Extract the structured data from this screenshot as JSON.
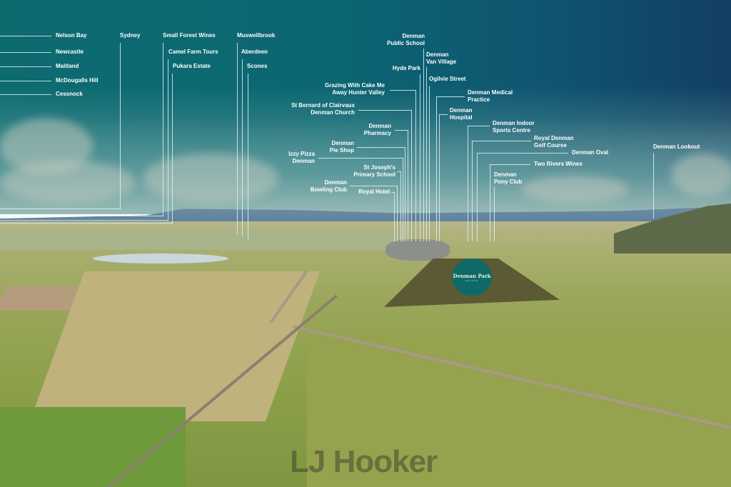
{
  "image": {
    "description": "Aerial landscape photo of Denman, NSW with overlaid location labels and leader lines",
    "sky_gradient": [
      "#0d6b70",
      "#123f63"
    ],
    "label_color": "#ffffff",
    "line_color": "#dcf0f5"
  },
  "development": {
    "name": "Denman Park",
    "subtitle": "ESTATE",
    "circle_color": "#0d6a66"
  },
  "watermark": "LJ Hooker",
  "labels": {
    "nelson_bay": "Nelson Bay",
    "newcastle": "Newcastle",
    "maitland": "Maitland",
    "mcdougalls_hill": "McDougalls Hill",
    "cessnock": "Cessnock",
    "sydney": "Sydney",
    "small_forest_wines": "Small Forest Wines",
    "camel_farm_tours": "Camel Farm Tours",
    "pukara_estate": "Pukara Estate",
    "muswellbrook": "Muswellbrook",
    "aberdeen": "Aberdeen",
    "scones": "Scones",
    "denman_public_school": [
      "Denman",
      "Public School"
    ],
    "denman_van_village": [
      "Denman",
      "Van Village"
    ],
    "hyde_park": "Hyde Park",
    "ogilvie_street": "Ogilvie Street",
    "grazing_with_cake_me": [
      "Grazing With Cake Me",
      "Away Hunter Valley"
    ],
    "denman_medical_practice": [
      "Denman Medical",
      "Practice"
    ],
    "st_bernard": [
      "St Bernard of Clairvaux",
      "Denman Church"
    ],
    "denman_hospital": [
      "Denman",
      "Hospital"
    ],
    "denman_pharmacy": [
      "Denman",
      "Pharmacy"
    ],
    "denman_indoor_sports": [
      "Denman Indoor",
      "Sports Centre"
    ],
    "royal_denman_golf": [
      "Royal Denman",
      "Golf Course"
    ],
    "denman_pie_shop": [
      "Denman",
      "Pie Shop"
    ],
    "denman_oval": "Denman Oval",
    "izzy_pizza": [
      "Izzy Pizza",
      "Denman"
    ],
    "st_josephs": [
      "St Joseph's",
      "Primary School"
    ],
    "two_rivers_wines": "Two Rivers Wines",
    "denman_pony_club": [
      "Denman",
      "Pony Club"
    ],
    "denman_bowling_club": [
      "Denman",
      "Bowling Club"
    ],
    "royal_hotel": "Royal Hotel",
    "denman_lookout": "Denman Lookout"
  }
}
